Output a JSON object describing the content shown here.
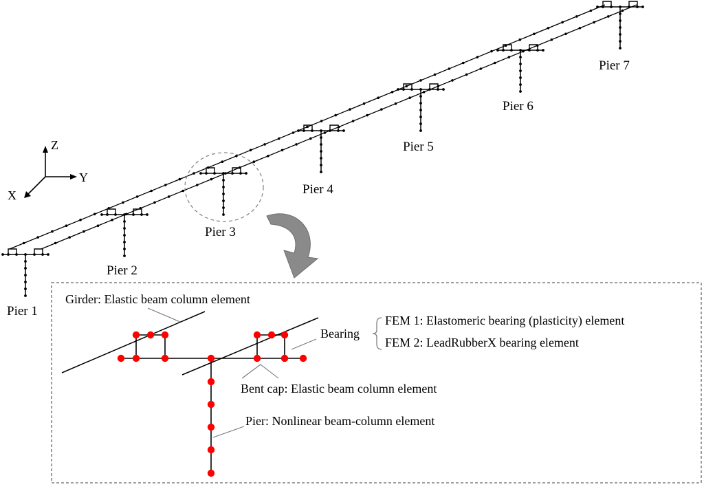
{
  "colors": {
    "line": "#000000",
    "node_red": "#ff0000",
    "frame_dash": "#666666",
    "callout_arrow": "#888888",
    "leader": "#777777",
    "circle_dash": "#777777"
  },
  "axes": {
    "z_label": "Z",
    "y_label": "Y",
    "x_label": "X"
  },
  "piers": [
    {
      "label": "Pier 1"
    },
    {
      "label": "Pier 2"
    },
    {
      "label": "Pier 3"
    },
    {
      "label": "Pier 4"
    },
    {
      "label": "Pier 5"
    },
    {
      "label": "Pier 6"
    },
    {
      "label": "Pier 7"
    }
  ],
  "detail": {
    "girder_label": "Girder: Elastic beam column element",
    "bearing_label": "Bearing",
    "fem1_label": "FEM 1: Elastomeric bearing (plasticity) element",
    "fem2_label": "FEM 2: LeadRubberX bearing element",
    "bentcap_label": "Bent cap: Elastic beam column element",
    "pier_label": "Pier: Nonlinear beam-column element"
  }
}
